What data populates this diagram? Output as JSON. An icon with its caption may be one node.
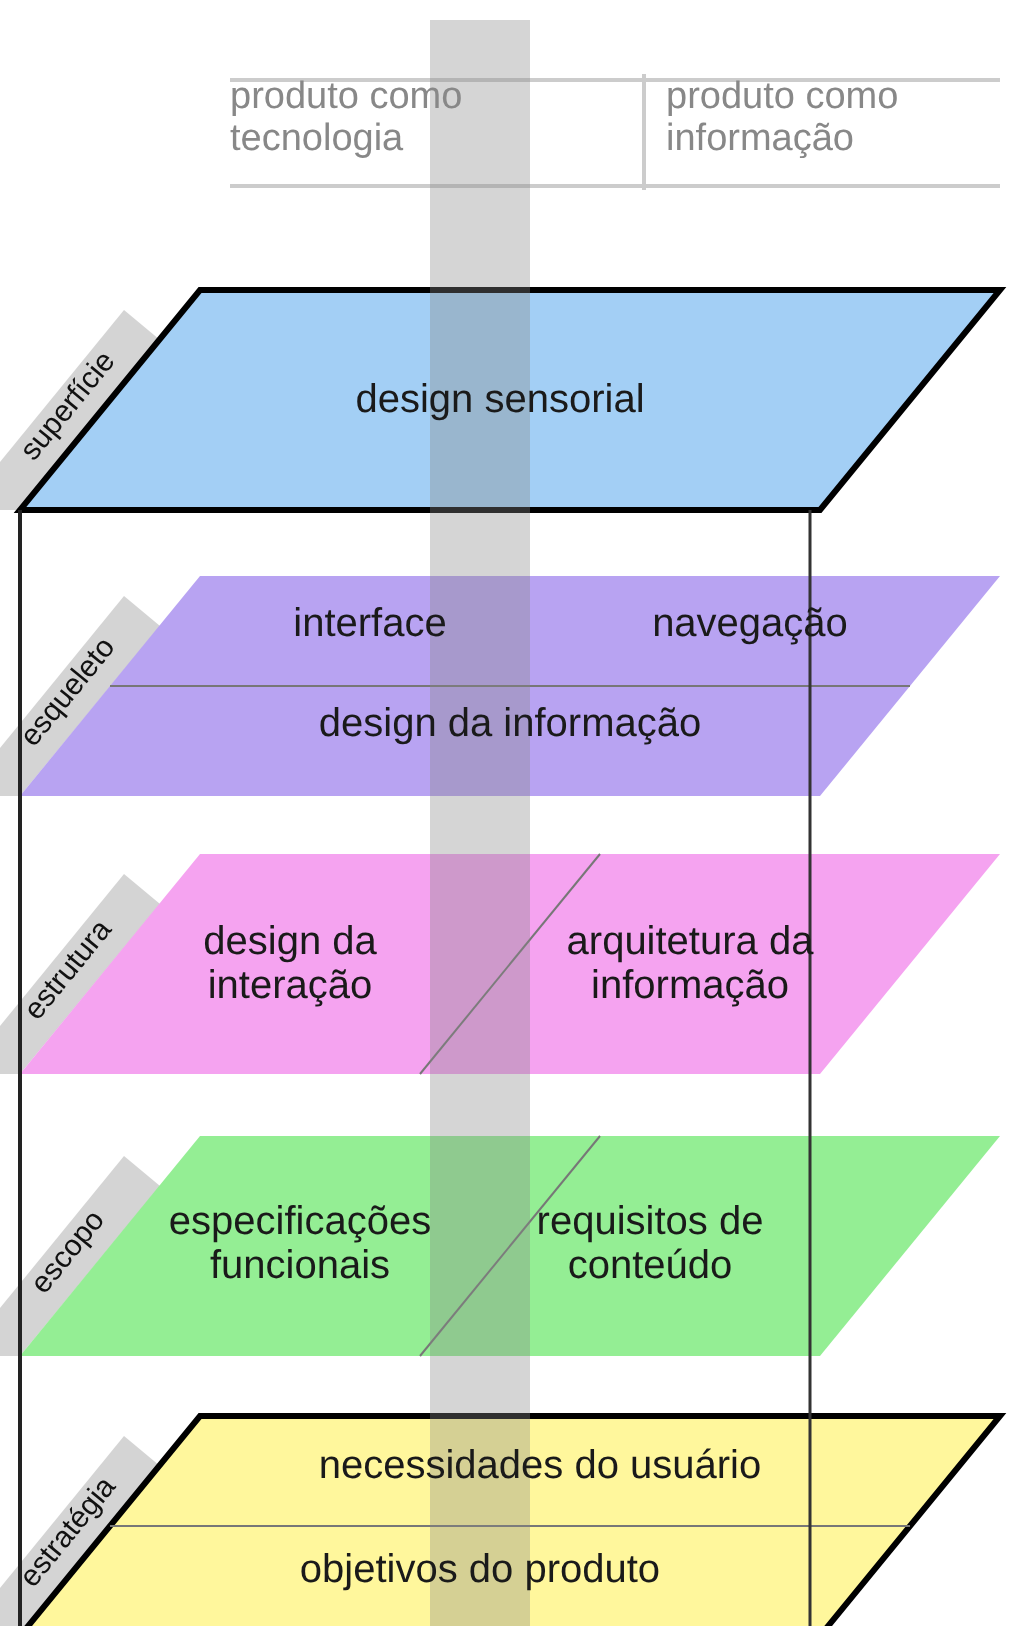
{
  "diagram": {
    "nodes": [
      {
        "text": [
          "superfície"
        ]
      },
      {
        "text": [
          "design sensorial"
        ]
      },
      {
        "text": [
          "esqueleto"
        ]
      },
      {
        "text": [
          "interface",
          "navegação",
          "design da informação"
        ]
      },
      {
        "text": [
          "estrutura"
        ]
      },
      {
        "text": [
          "design da interação",
          "arquitetura da informação"
        ]
      },
      {
        "text": [
          "escopo"
        ]
      },
      {
        "text": [
          "especificações funcionais",
          "requisitos de conteúdo"
        ]
      },
      {
        "text": [
          "estratégia"
        ]
      },
      {
        "text": [
          "necessidades do usuário",
          "objetivos do produto"
        ]
      }
    ],
    "edges": [],
    "labels": [
      "produto como tecnologia",
      "produto como informação"
    ]
  }
}
